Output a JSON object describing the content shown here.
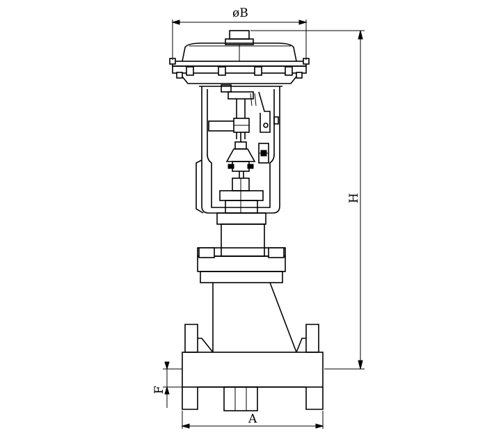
{
  "dimensions": {
    "diameter_b": "øB",
    "height_h": "H",
    "width_a": "A",
    "flange_f": "F"
  },
  "colors": {
    "line": "#000000",
    "background": "#ffffff"
  }
}
